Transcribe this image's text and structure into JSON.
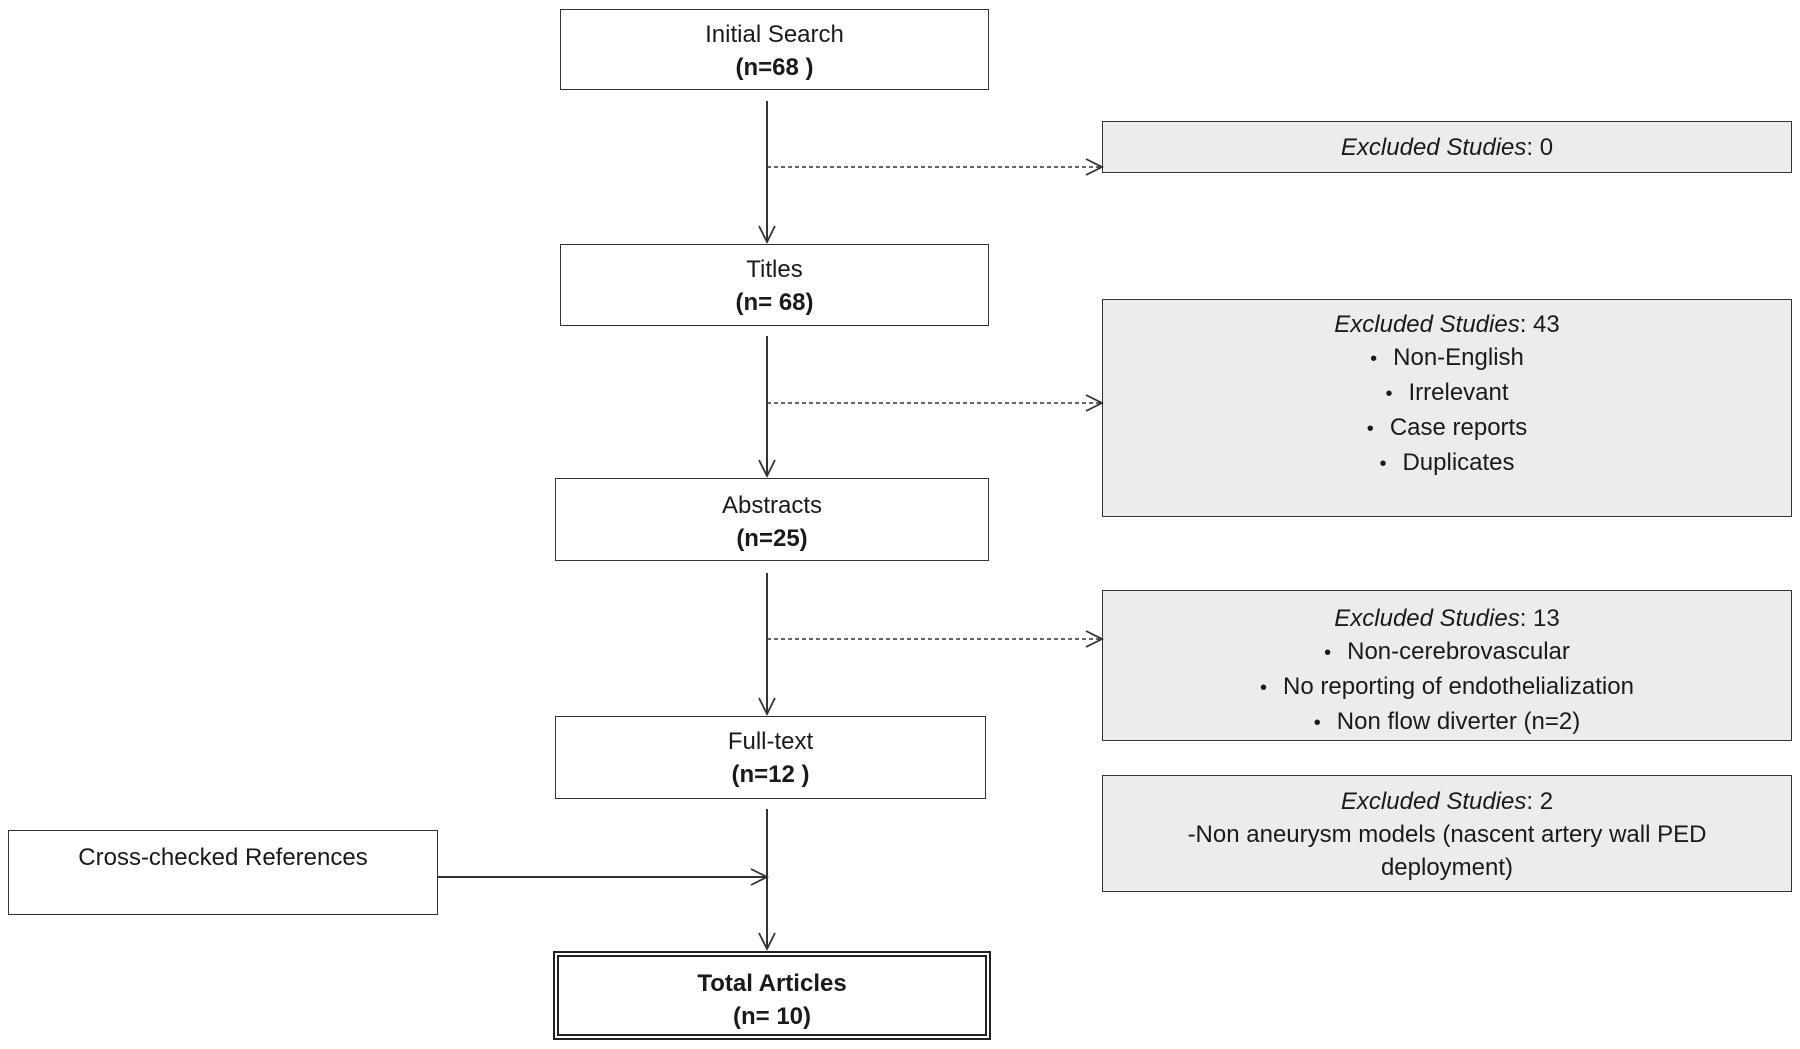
{
  "colors": {
    "box_fill": "#ffffff",
    "excluded_fill": "#ececec",
    "stroke": "#333333"
  },
  "steps": {
    "initial": {
      "title": "Initial Search",
      "count": "(n=68 )"
    },
    "titles": {
      "title": "Titles",
      "count": "(n= 68)"
    },
    "abstracts": {
      "title": "Abstracts",
      "count": "(n=25)"
    },
    "fulltext": {
      "title": "Full-text",
      "count": "(n=12 )"
    },
    "total": {
      "title": "Total Articles",
      "count": "(n= 10)"
    }
  },
  "references": {
    "label": "Cross-checked References"
  },
  "excluded": {
    "label": "Excluded Studies",
    "e1": {
      "count": ": 0"
    },
    "e2": {
      "count": ": 43",
      "items": [
        "Non-English",
        "Irrelevant",
        "Case reports",
        "Duplicates"
      ]
    },
    "e3": {
      "count": ": 13",
      "items": [
        "Non-cerebrovascular",
        "No reporting  of endothelialization",
        "Non flow diverter (n=2)"
      ]
    },
    "e4": {
      "count": ": 2",
      "text_line1": "-Non aneurysm models (nascent artery wall PED",
      "text_line2": "deployment)"
    }
  }
}
